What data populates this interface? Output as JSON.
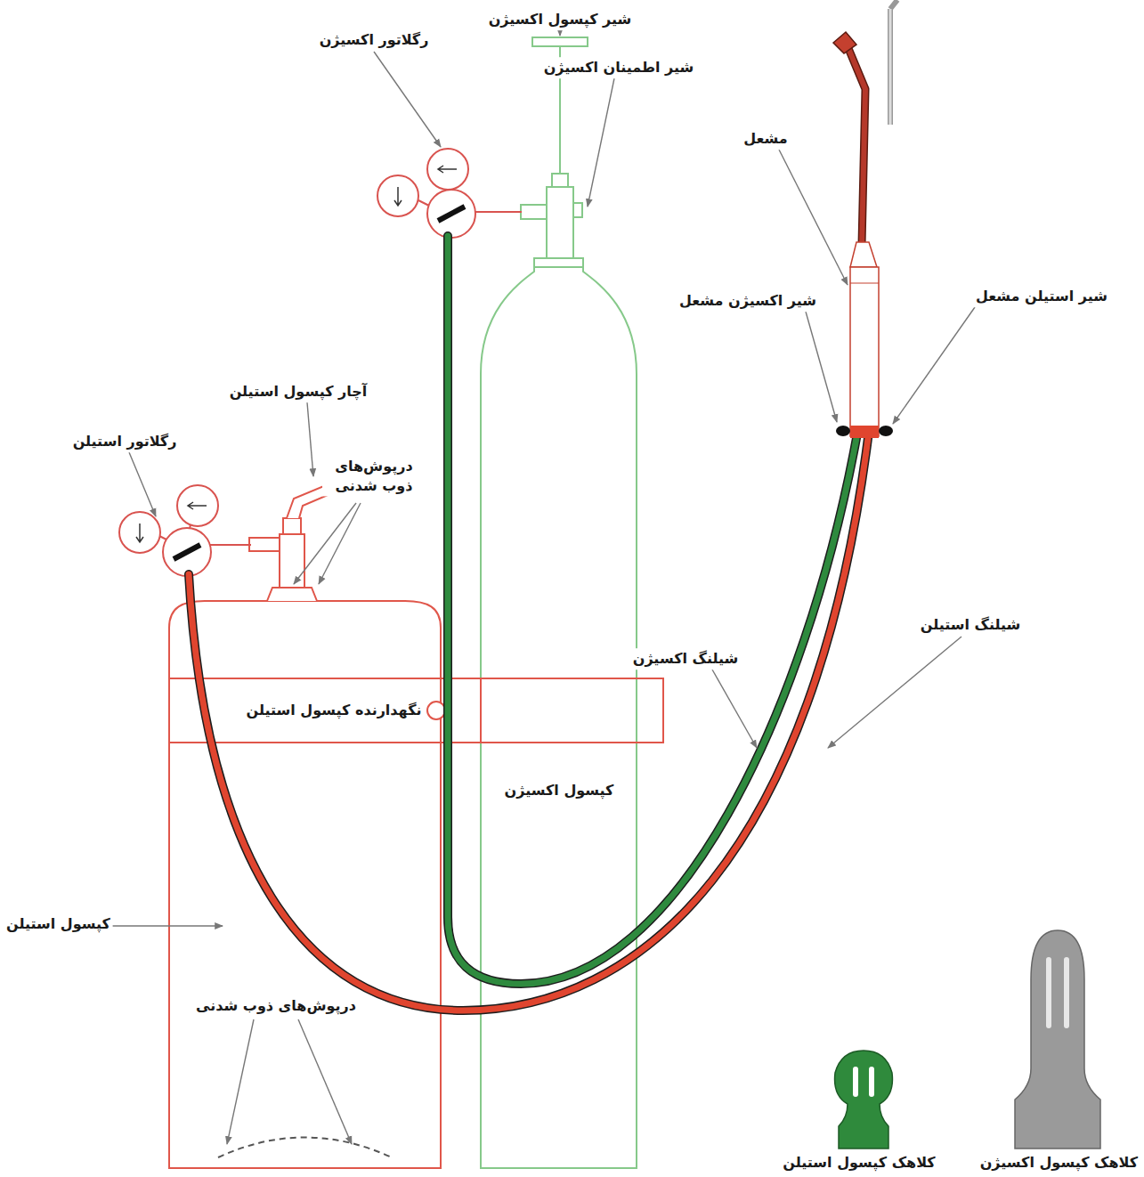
{
  "diagram": {
    "labels": [
      "شیر کپسول اکسیژن",
      "رگلاتور اکسیژن",
      "شیر اطمینان اکسیژن",
      "مشعل",
      "شیر اکسیژن مشعل",
      "شیر استیلن مشعل",
      "آچار کپسول استیلن",
      "رگلاتور استیلن",
      "درپوش‌های ذوب شدنی",
      "شیلنگ اکسیژن",
      "شیلنگ استیلن",
      "نگهدارنده کپسول استیلن",
      "کپسول اکسیژن",
      "کپسول استیلن",
      "درپوش‌های ذوب شدنی",
      "کلاهک کپسول استیلن",
      "کلاهک کپسول اکسیژن"
    ]
  }
}
